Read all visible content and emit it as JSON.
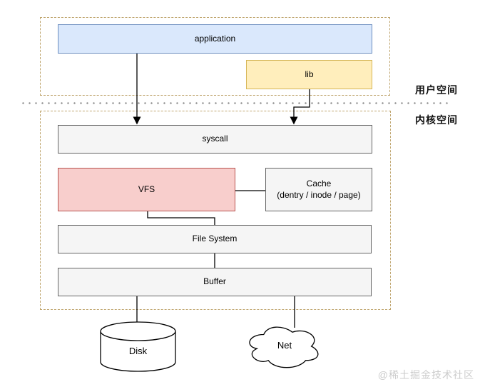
{
  "zones": {
    "user_space_label": "用户空间",
    "kernel_space_label": "内核空间"
  },
  "nodes": {
    "application": {
      "label": "application"
    },
    "lib": {
      "label": "lib"
    },
    "syscall": {
      "label": "syscall"
    },
    "vfs": {
      "label": "VFS"
    },
    "cache": {
      "label": "Cache",
      "sublabel": "(dentry / inode / page)"
    },
    "file_system": {
      "label": "File System"
    },
    "buffer": {
      "label": "Buffer"
    },
    "disk": {
      "label": "Disk"
    },
    "net": {
      "label": "Net"
    }
  },
  "colors": {
    "application_fill": "#dae8fc",
    "application_border": "#6c8ebf",
    "lib_fill": "#ffeebc",
    "lib_border": "#d6b656",
    "vfs_fill": "#f8cecc",
    "vfs_border": "#b85450",
    "gray_fill": "#f5f5f5",
    "gray_border": "#666666",
    "container_border": "#bfa56e",
    "separator_dots": "#8f8f8f",
    "connector": "#000000",
    "watermark": "#cccccc"
  },
  "watermark": "@稀土掘金技术社区"
}
